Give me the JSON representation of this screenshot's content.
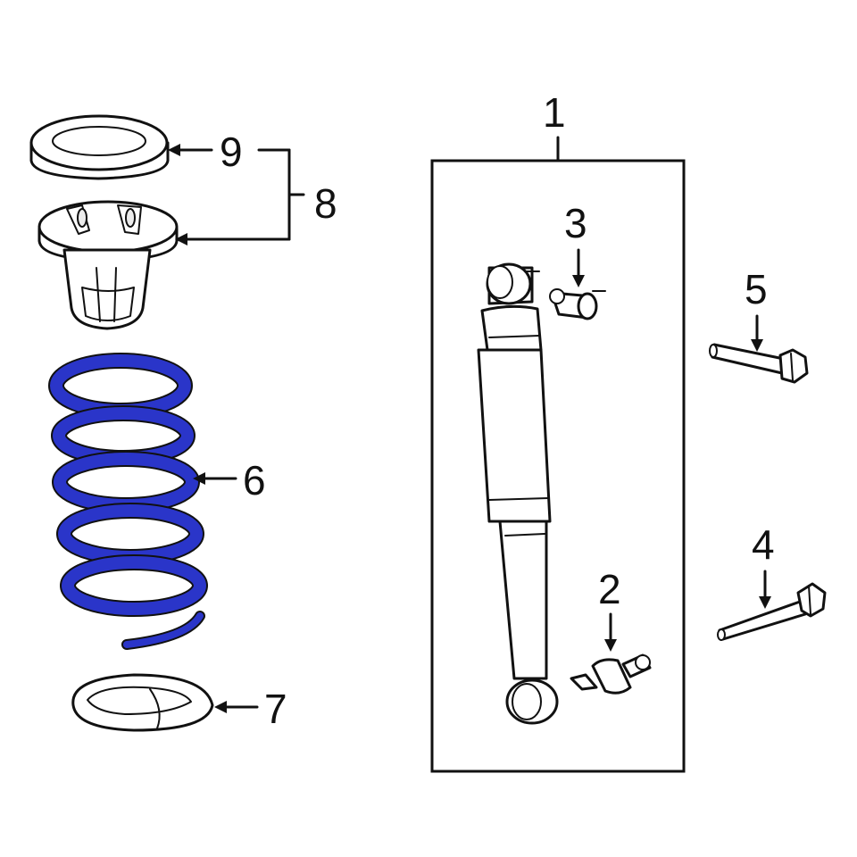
{
  "diagram": {
    "callouts": {
      "c1": "1",
      "c2": "2",
      "c3": "3",
      "c4": "4",
      "c5": "5",
      "c6": "6",
      "c7": "7",
      "c8": "8",
      "c9": "9"
    },
    "colors": {
      "highlight_part": "#2a35c9",
      "outline": "#111111",
      "background": "#ffffff"
    }
  }
}
